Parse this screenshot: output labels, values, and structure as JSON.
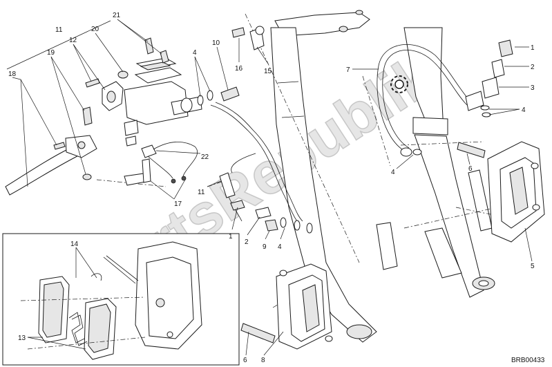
{
  "diagram": {
    "drawing_code": "BRB00433",
    "watermark": "PartsRepublik",
    "callouts": [
      {
        "id": "c18",
        "label": "18"
      },
      {
        "id": "c11a",
        "label": "11"
      },
      {
        "id": "c19",
        "label": "19"
      },
      {
        "id": "c12",
        "label": "12"
      },
      {
        "id": "c20",
        "label": "20"
      },
      {
        "id": "c21",
        "label": "21"
      },
      {
        "id": "c4a",
        "label": "4"
      },
      {
        "id": "c10",
        "label": "10"
      },
      {
        "id": "c16",
        "label": "16"
      },
      {
        "id": "c15",
        "label": "15"
      },
      {
        "id": "c22",
        "label": "22"
      },
      {
        "id": "c11b",
        "label": "11"
      },
      {
        "id": "c17",
        "label": "17"
      },
      {
        "id": "c1a",
        "label": "1"
      },
      {
        "id": "c2a",
        "label": "2"
      },
      {
        "id": "c9",
        "label": "9"
      },
      {
        "id": "c4b",
        "label": "4"
      },
      {
        "id": "c7",
        "label": "7"
      },
      {
        "id": "c4c",
        "label": "4"
      },
      {
        "id": "c1b",
        "label": "1"
      },
      {
        "id": "c2b",
        "label": "2"
      },
      {
        "id": "c3",
        "label": "3"
      },
      {
        "id": "c4d",
        "label": "4"
      },
      {
        "id": "c6a",
        "label": "6"
      },
      {
        "id": "c5",
        "label": "5"
      },
      {
        "id": "c14",
        "label": "14"
      },
      {
        "id": "c13",
        "label": "13"
      },
      {
        "id": "c6b",
        "label": "6"
      },
      {
        "id": "c8",
        "label": "8"
      }
    ]
  }
}
